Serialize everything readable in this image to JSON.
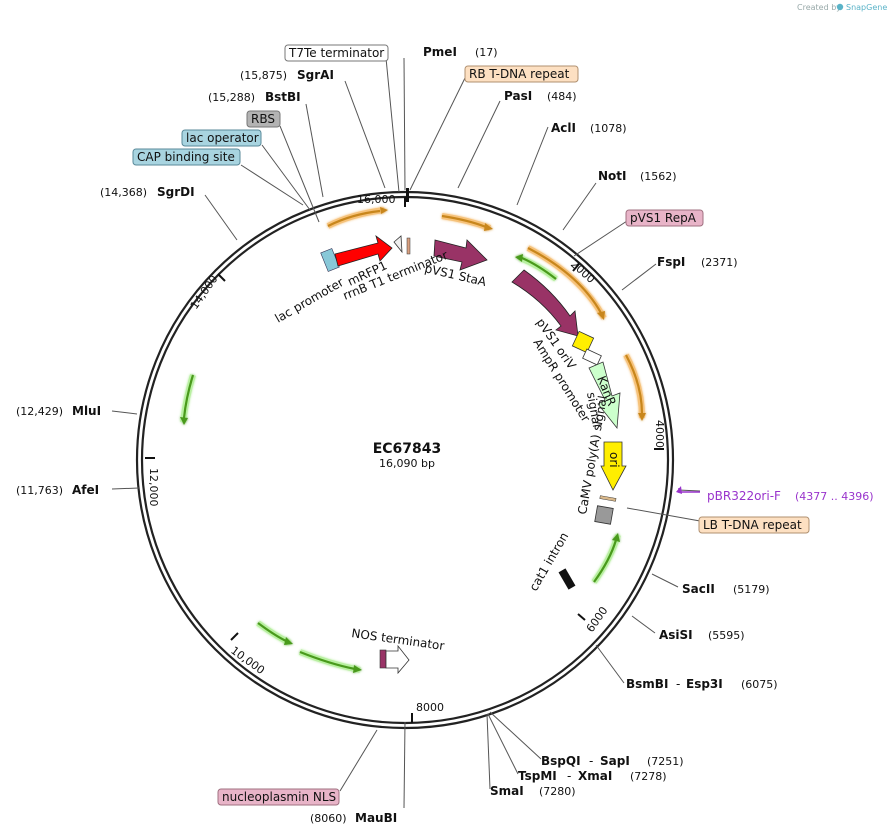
{
  "header": {
    "created_by": "Created by",
    "brand": "SnapGene"
  },
  "plasmid": {
    "name": "EC67843",
    "length": "16,090 bp"
  },
  "ticks": [
    "16,000",
    "2000",
    "4000",
    "6000",
    "8000",
    "10,000",
    "12,000",
    "14,000"
  ],
  "enzymes": [
    {
      "name": "PmeI",
      "pos": "(17)"
    },
    {
      "name": "PasI",
      "pos": "(484)"
    },
    {
      "name": "AclI",
      "pos": "(1078)"
    },
    {
      "name": "NotI",
      "pos": "(1562)"
    },
    {
      "name": "FspI",
      "pos": "(2371)"
    },
    {
      "name": "SacII",
      "pos": "(5179)"
    },
    {
      "name": "AsiSI",
      "pos": "(5595)"
    },
    {
      "name": "BsmBI",
      "name2": "Esp3I",
      "pos": "(6075)"
    },
    {
      "name": "BspQI",
      "name2": "SapI",
      "pos": "(7251)"
    },
    {
      "name": "TspMI",
      "name2": "XmaI",
      "pos": "(7278)"
    },
    {
      "name": "SmaI",
      "pos": "(7280)"
    },
    {
      "name": "MauBI",
      "pos": "(8060)"
    },
    {
      "name": "AfeI",
      "pos": "(11,763)"
    },
    {
      "name": "MluI",
      "pos": "(12,429)"
    },
    {
      "name": "SgrDI",
      "pos": "(14,368)"
    },
    {
      "name": "BstBI",
      "pos": "(15,288)"
    },
    {
      "name": "SgrAI",
      "pos": "(15,875)"
    }
  ],
  "boxed_features": [
    {
      "label": "T7Te terminator",
      "fill": "#ffffff"
    },
    {
      "label": "RB T-DNA repeat",
      "fill": "#fde0c2"
    },
    {
      "label": "RBS",
      "fill": "#b3b3b3"
    },
    {
      "label": "lac operator",
      "fill": "#a8d4e0"
    },
    {
      "label": "CAP binding site",
      "fill": "#a8d4e0"
    },
    {
      "label": "pVS1 RepA",
      "fill": "#e8b4c8"
    },
    {
      "label": "LB T-DNA repeat",
      "fill": "#fde0c2"
    },
    {
      "label": "nucleoplasmin NLS",
      "fill": "#e8b4c8"
    }
  ],
  "primer": {
    "name": "pBR322ori-F",
    "range": "(4377 .. 4396)",
    "color": "#9933cc"
  },
  "inner_features": [
    "lac promoter",
    "mRFP1",
    "rrnB T1 terminator",
    "pVS1 StaA",
    "pVS1 oriV",
    "AmpR promoter",
    "KanR",
    "signal",
    "CaMV poly(A) signal",
    "ori",
    "cat1 intron",
    "NOS terminator"
  ],
  "colors": {
    "backbone": "#222222",
    "mrfp1": "#ff0000",
    "pvs1": "#993366",
    "kanr": "#ccffcc",
    "ori": "#ffee00",
    "oriv": "#ffee00",
    "green_orf": "#4a9a1a",
    "orange_orf": "#c8861a",
    "lac_promoter": "#88c8d8",
    "grey_feature": "#999999"
  }
}
